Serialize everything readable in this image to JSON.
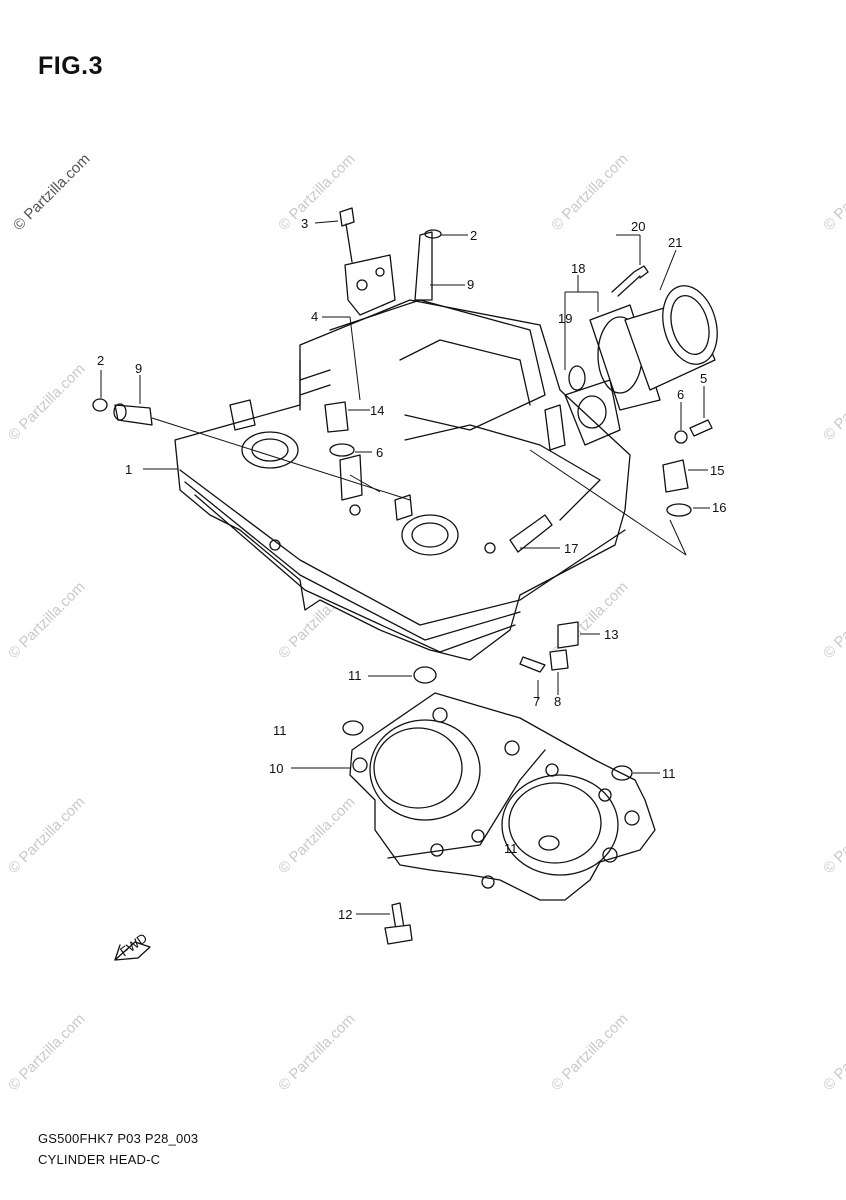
{
  "figure": {
    "title": "FIG.3",
    "model_code": "GS500FHK7 P03 P28_003",
    "section_name": "CYLINDER HEAD-C",
    "fwd_marker": "FWD",
    "watermark": "© Partzilla.com"
  },
  "callouts": [
    {
      "id": "c1",
      "label": "1"
    },
    {
      "id": "c2a",
      "label": "2"
    },
    {
      "id": "c2b",
      "label": "2"
    },
    {
      "id": "c3",
      "label": "3"
    },
    {
      "id": "c4",
      "label": "4"
    },
    {
      "id": "c5",
      "label": "5"
    },
    {
      "id": "c6a",
      "label": "6"
    },
    {
      "id": "c6b",
      "label": "6"
    },
    {
      "id": "c7",
      "label": "7"
    },
    {
      "id": "c8",
      "label": "8"
    },
    {
      "id": "c9a",
      "label": "9"
    },
    {
      "id": "c9b",
      "label": "9"
    },
    {
      "id": "c10",
      "label": "10"
    },
    {
      "id": "c11a",
      "label": "11"
    },
    {
      "id": "c11b",
      "label": "11"
    },
    {
      "id": "c11c",
      "label": "11"
    },
    {
      "id": "c11d",
      "label": "11"
    },
    {
      "id": "c12",
      "label": "12"
    },
    {
      "id": "c13",
      "label": "13"
    },
    {
      "id": "c14",
      "label": "14"
    },
    {
      "id": "c15",
      "label": "15"
    },
    {
      "id": "c16",
      "label": "16"
    },
    {
      "id": "c17",
      "label": "17"
    },
    {
      "id": "c18",
      "label": "18"
    },
    {
      "id": "c19",
      "label": "19"
    },
    {
      "id": "c20",
      "label": "20"
    },
    {
      "id": "c21",
      "label": "21"
    }
  ]
}
